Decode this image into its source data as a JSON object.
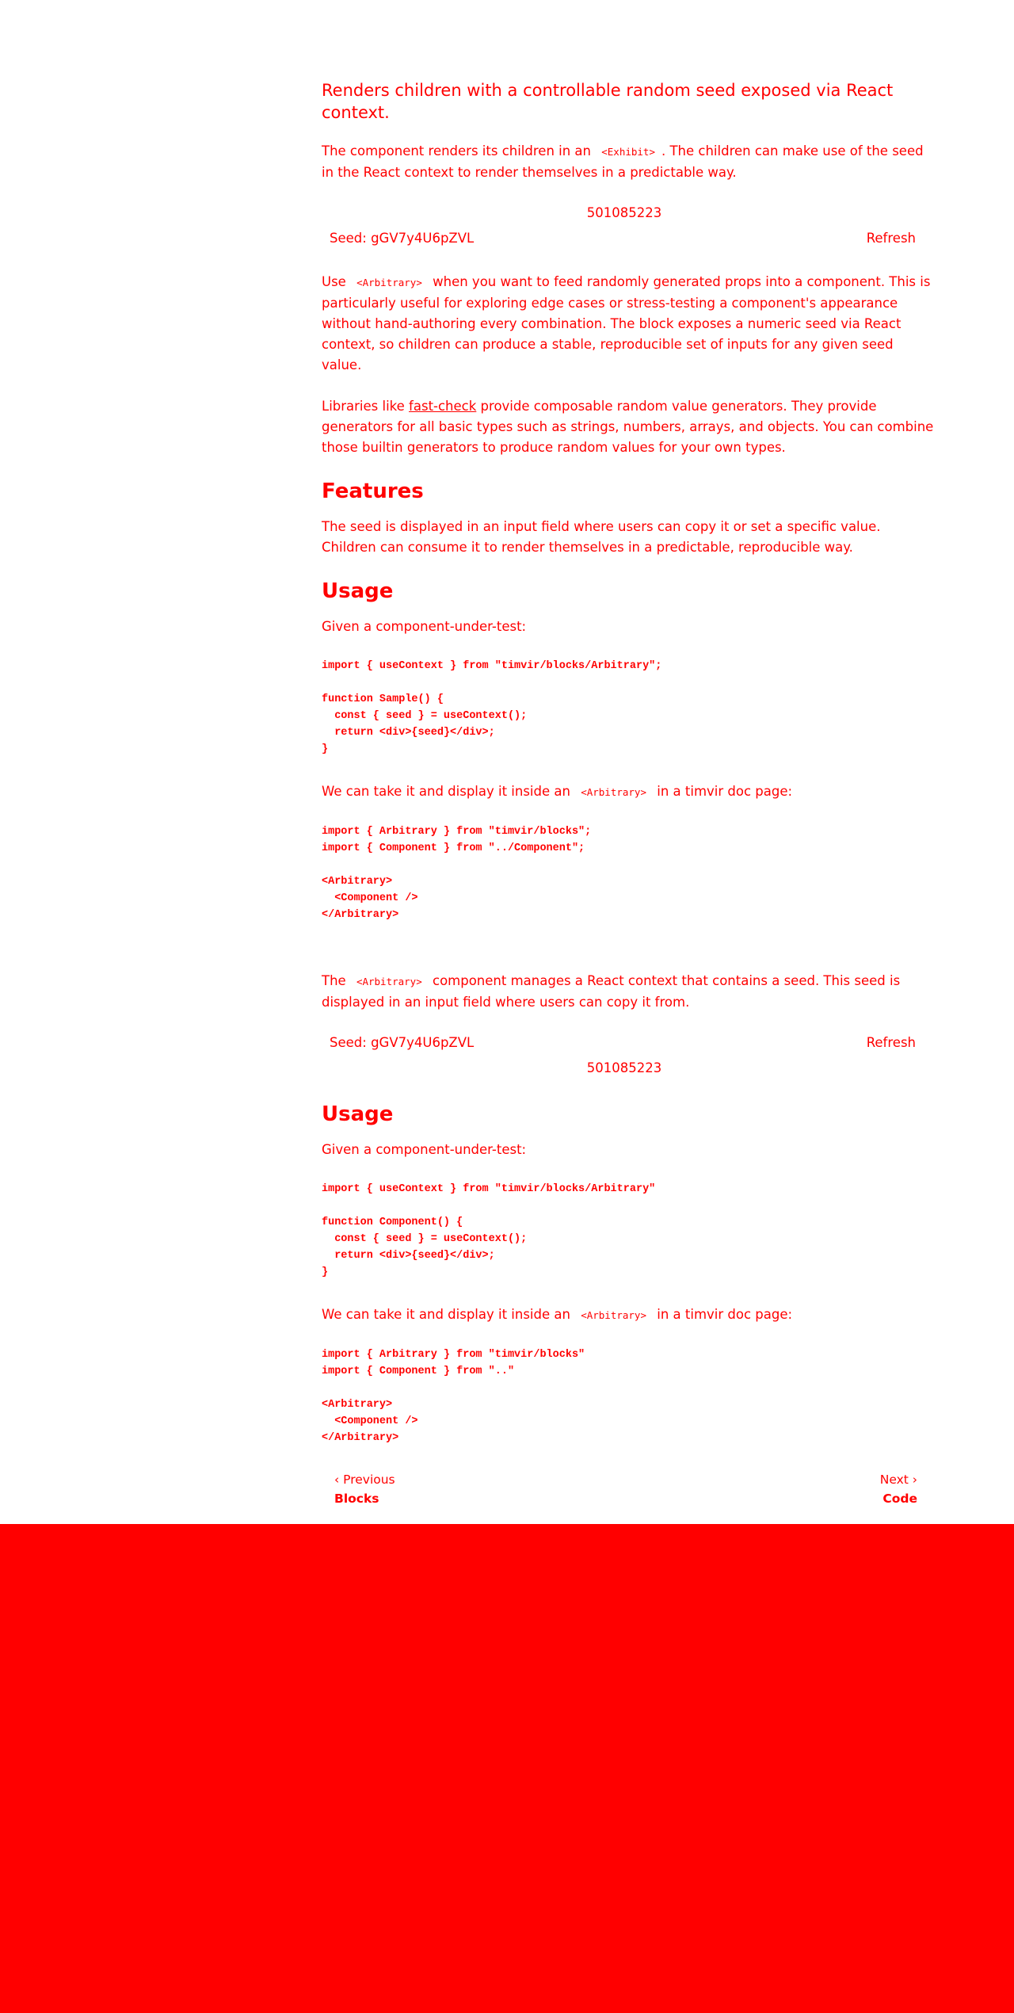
{
  "layer_a": {
    "intro": {
      "before": "The",
      "code": "<Arbitrary>",
      "after": "component manages a React context that contains a seed. This seed is displayed in an input field where users can copy it from."
    },
    "seed_label": "Seed:",
    "seed_value": "gGV7y4U6pZVL",
    "refresh": "Refresh",
    "number": "501085223",
    "usage_heading": "Usage",
    "given": "Given a component-under-test:",
    "code1": "import { useContext } from \"timvir/blocks/Arbitrary\"\n\nfunction Component() {\n  const { seed } = useContext();\n  return <div>{seed}</div>;\n}",
    "take": {
      "before": "We can take it and display it inside an",
      "code": "<Arbitrary>",
      "after": "in a timvir doc page:"
    },
    "code2": "import { Arbitrary } from \"timvir/blocks\"\nimport { Component } from \"..\"\n\n<Arbitrary>\n  <Component />\n</Arbitrary>",
    "prev": {
      "label": "‹ Previous",
      "title": "Blocks"
    },
    "next": {
      "label": "Next ›",
      "title": "Code"
    }
  },
  "layer_b": {
    "title": "Renders children with a controllable random seed exposed via React context.",
    "intro": {
      "before": "The component renders its children in an",
      "code": "<Exhibit>",
      "after": ". The children can make use of the seed in the React context to render themselves in a predictable way."
    },
    "number": "501085223",
    "seed_label": "Seed:",
    "seed_value": "gGV7y4U6pZVL",
    "refresh": "Refresh",
    "use": {
      "before": "Use",
      "code": "<Arbitrary>",
      "after": "when you want to feed randomly generated props into a component. This is particularly useful for exploring edge cases or stress-testing a component's appearance without hand-authoring every combination. The block exposes a numeric seed via React context, so children can produce a stable, reproducible set of inputs for any given seed value."
    },
    "libraries": {
      "before": "Libraries like",
      "link": "fast-check",
      "after": "provide composable random value generators. They provide generators for all basic types such as strings, numbers, arrays, and objects. You can combine those builtin generators to produce random values for your own types."
    },
    "features_heading": "Features",
    "features_text": "The seed is displayed in an input field where users can copy it or set a specific value. Children can consume it to render themselves in a predictable, reproducible way.",
    "usage_heading": "Usage",
    "given": "Given a component-under-test:",
    "code1": "import { useContext } from \"timvir/blocks/Arbitrary\";\n\nfunction Sample() {\n  const { seed } = useContext();\n  return <div>{seed}</div>;\n}",
    "take": {
      "before": "We can take it and display it inside an",
      "code": "<Arbitrary>",
      "after": "in a timvir doc page:"
    },
    "code2": "import { Arbitrary } from \"timvir/blocks\";\nimport { Component } from \"../Component\";\n\n<Arbitrary>\n  <Component />\n</Arbitrary>"
  },
  "colors": {
    "text": "#ff0000",
    "background": "#ffffff",
    "footer": "#ff0000"
  }
}
